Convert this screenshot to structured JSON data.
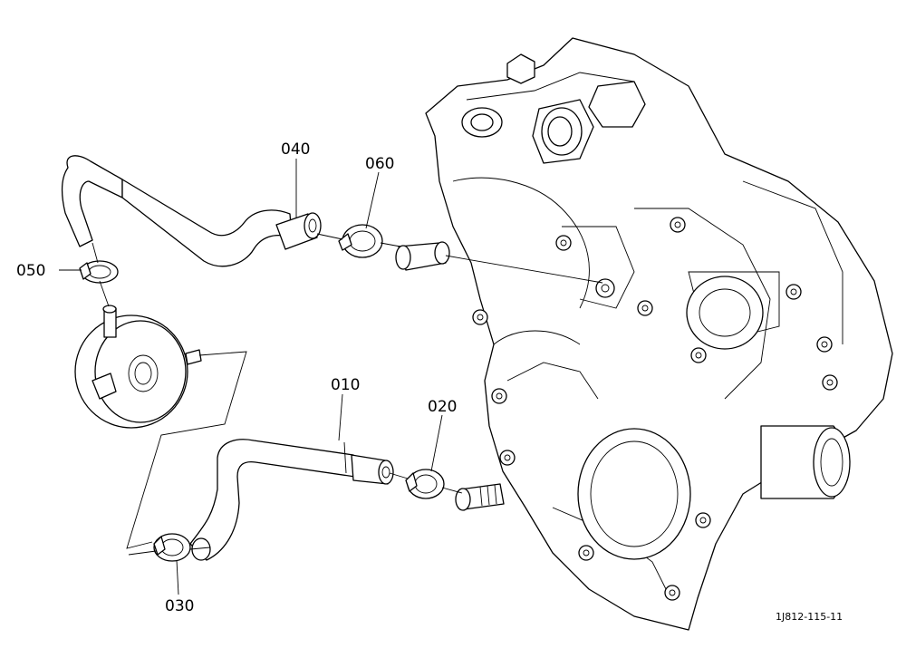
{
  "callouts": {
    "p010": "010",
    "p020": "020",
    "p030": "030",
    "p040": "040",
    "p050": "050",
    "p060": "060"
  },
  "drawing_code": "1J812-115-11",
  "colors": {
    "line": "#000000",
    "background": "#ffffff"
  }
}
